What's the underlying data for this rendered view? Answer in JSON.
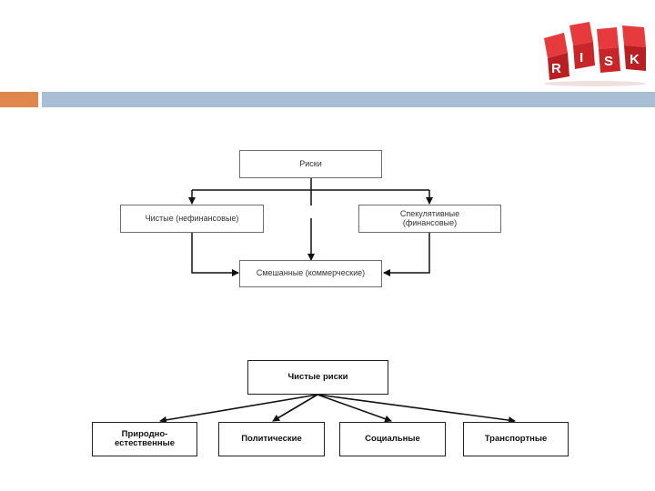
{
  "logo": {
    "letters": [
      "R",
      "I",
      "S",
      "K"
    ]
  },
  "diagram1": {
    "root": "Риски",
    "left": "Чистые (нефинансовые)",
    "right_line1": "Спекулятивные",
    "right_line2": "(финансовые)",
    "bottom": "Смешанные (коммерческие)"
  },
  "diagram2": {
    "root": "Чистые риски",
    "child1_line1": "Природно-",
    "child1_line2": "естественные",
    "child2": "Политические",
    "child3": "Социальные",
    "child4": "Транспортные"
  },
  "colors": {
    "accent_orange": "#e0874d",
    "accent_blue": "#a9bfd6",
    "dice_red": "#d9262b"
  }
}
